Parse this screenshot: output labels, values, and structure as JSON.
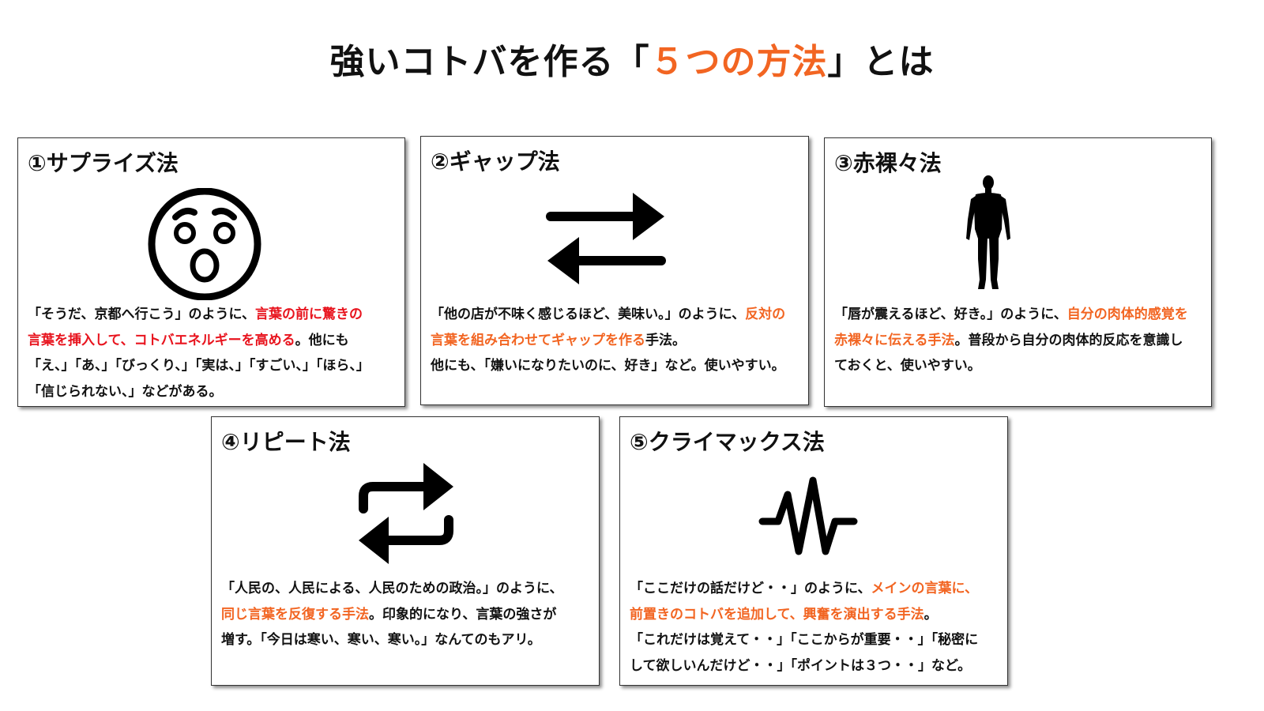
{
  "title": {
    "before": "強いコトバを作る「",
    "highlight": "５つの方法",
    "after": "」とは"
  },
  "colors": {
    "highlight_orange": "#f26522",
    "highlight_red": "#e8141e"
  },
  "cards": {
    "surprise": {
      "title": "①サプライズ法",
      "icon": "surprised-face-icon",
      "l1a": "「そうだ、京都へ行こう」のように、",
      "l1b": "言葉の前に驚きの",
      "l2a": "言葉を挿入して、コトバエネルギーを高める",
      "l2b": "。他にも",
      "l3": "「え、」「あ、」「びっくり、」「実は、」「すごい、」「ほら、」",
      "l4": "「信じられない、」などがある。"
    },
    "gap": {
      "title": "②ギャップ法",
      "icon": "exchange-arrows-icon",
      "l1a": "「他の店が不味く感じるほど、美味い。」のように、",
      "l1b": "反対の",
      "l2a": "言葉を組み合わせてギャップを作る",
      "l2b": "手法。",
      "l3": "他にも、「嫌いになりたいのに、好き」など。使いやすい。"
    },
    "naked": {
      "title": "③赤裸々法",
      "icon": "human-body-icon",
      "l1a": "「唇が震えるほど、好き。」のように、",
      "l1b": "自分の肉体的感覚を",
      "l2a": "赤裸々に伝える手法",
      "l2b": "。普段から自分の肉体的反応を意識し",
      "l3": "ておくと、使いやすい。"
    },
    "repeat": {
      "title": "④リピート法",
      "icon": "repeat-arrows-icon",
      "l1": "「人民の、人民による、人民のための政治。」のように、",
      "l2a": "同じ言葉を反復する手法",
      "l2b": "。印象的になり、言葉の強さが",
      "l3": "増す。「今日は寒い、寒い、寒い。」なんてのもアリ。"
    },
    "climax": {
      "title": "⑤クライマックス法",
      "icon": "pulse-wave-icon",
      "l1a": "「ここだけの話だけど・・」のように、",
      "l1b": "メインの言葉に、",
      "l2a": "前置きのコトバを追加して、興奮を演出する手法",
      "l2b": "。",
      "l3": "「これだけは覚えて・・」「ここからが重要・・」「秘密に",
      "l4": "して欲しいんだけど・・」「ポイントは３つ・・」など。"
    }
  }
}
